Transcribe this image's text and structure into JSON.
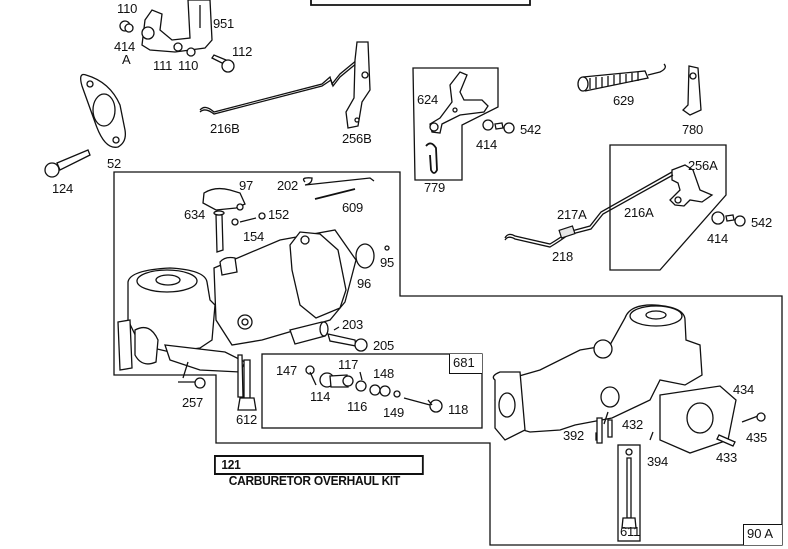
{
  "diagram": {
    "title": "Carburetor exploded parts diagram",
    "kit_label": {
      "number": "121",
      "text": "CARBURETOR OVERHAUL KIT"
    },
    "box_tags": {
      "kit_box": "681",
      "main_box": "90 A"
    },
    "labels": {
      "p110a": "110",
      "p951": "951",
      "p414a": "414",
      "pA": "A",
      "p111": "111",
      "p110b": "110",
      "p112": "112",
      "p52": "52",
      "p124": "124",
      "p216b": "216B",
      "p256b": "256B",
      "p624": "624",
      "p414b": "414",
      "p542a": "542",
      "p779": "779",
      "p629": "629",
      "p780": "780",
      "p256a": "256A",
      "p216a": "216A",
      "p217a": "217A",
      "p218": "218",
      "p414c": "414",
      "p542b": "542",
      "p97": "97",
      "p202": "202",
      "p609": "609",
      "p634": "634",
      "p152": "152",
      "p154": "154",
      "p95": "95",
      "p96": "96",
      "p203": "203",
      "p205": "205",
      "p257": "257",
      "p612": "612",
      "p147": "147",
      "p117": "117",
      "p148": "148",
      "p114": "114",
      "p116": "116",
      "p149": "149",
      "p118": "118",
      "p434": "434",
      "p392": "392",
      "p432": "432",
      "p435": "435",
      "p394": "394",
      "p433": "433",
      "p611": "611"
    }
  }
}
